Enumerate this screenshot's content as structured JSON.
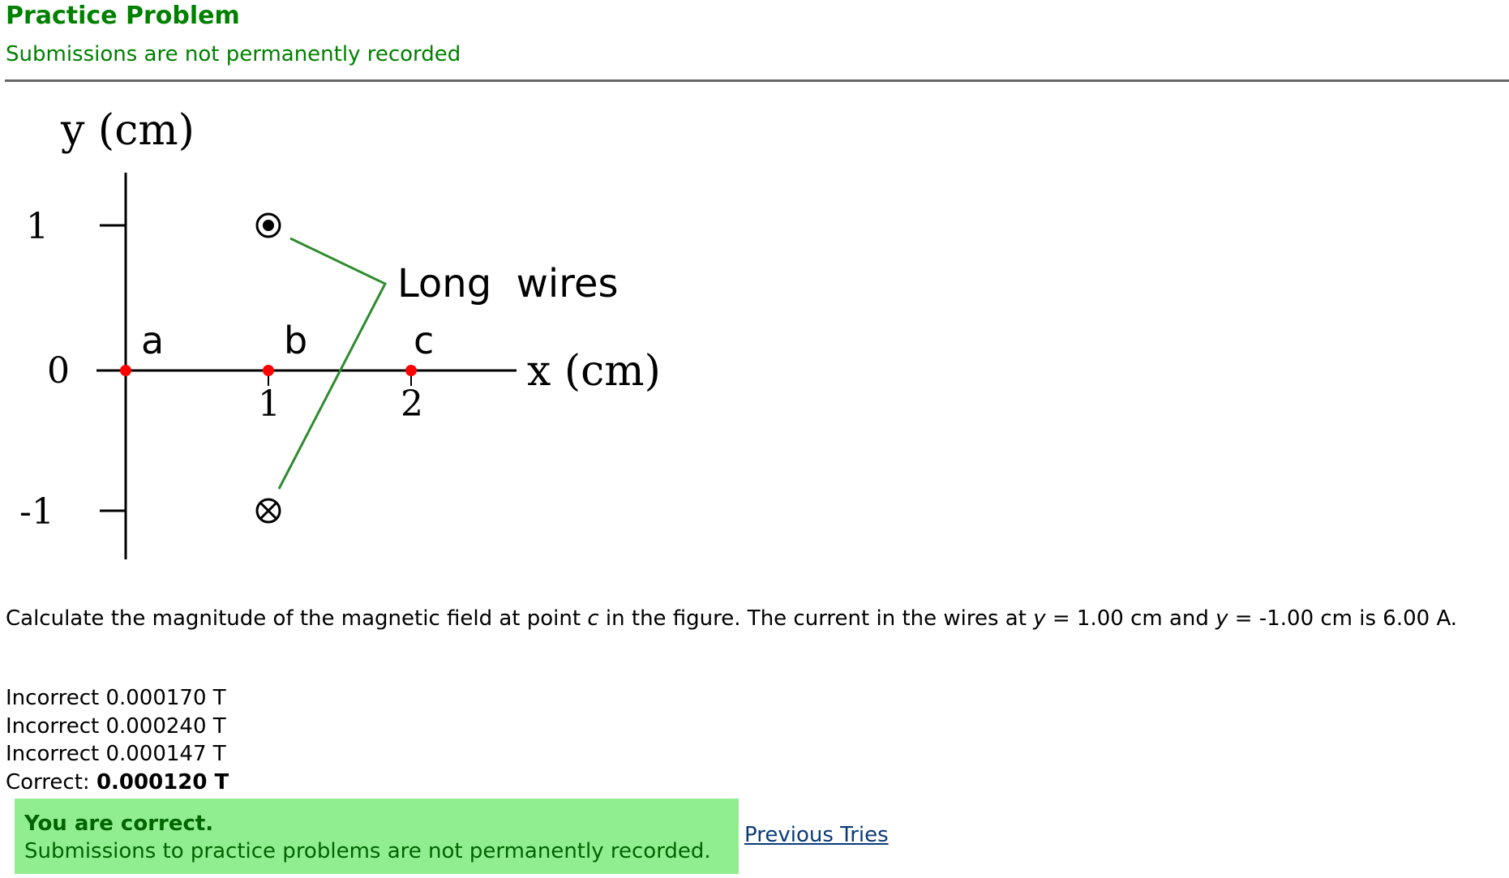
{
  "header": {
    "title": "Practice Problem",
    "subtitle": "Submissions are not permanently recorded"
  },
  "figure": {
    "y_axis_label": "y (cm)",
    "x_axis_label": "x (cm)",
    "y_ticks": [
      "1",
      "0",
      "-1"
    ],
    "x_ticks": [
      "1",
      "2"
    ],
    "points": [
      "a",
      "b",
      "c"
    ],
    "wire_label": "Long  wires",
    "colors": {
      "point": "#ff0000",
      "leader": "#2e8b2e"
    }
  },
  "question": {
    "part1": "Calculate the magnitude of the magnetic field at point ",
    "point": "c",
    "part2": " in the figure. The current in the wires at ",
    "var1": "y",
    "part3": " = 1.00 cm and ",
    "var2": "y",
    "part4": " = -1.00 cm is 6.00 A."
  },
  "attempts": [
    {
      "status": "Incorrect",
      "value": "0.000170 T"
    },
    {
      "status": "Incorrect",
      "value": "0.000240 T"
    },
    {
      "status": "Incorrect",
      "value": "0.000147 T"
    }
  ],
  "correct": {
    "label": "Correct:",
    "value": "0.000120 T"
  },
  "feedback": {
    "heading": "You are correct.",
    "message": "Submissions to practice problems are not permanently recorded.",
    "background": "#90ee90"
  },
  "previous_tries_link": "Previous Tries"
}
